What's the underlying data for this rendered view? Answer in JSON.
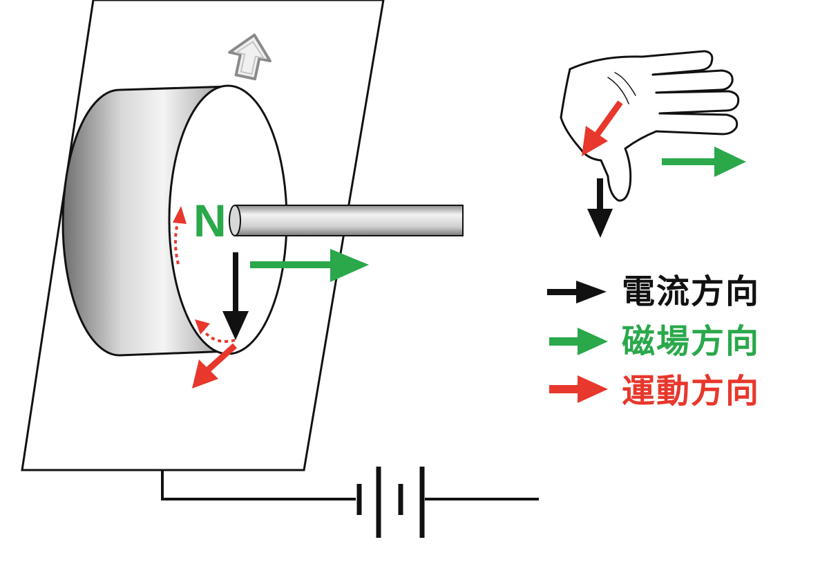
{
  "colors": {
    "current": "#111111",
    "field": "#2aa84a",
    "motion": "#e8372c",
    "wire": "#111111"
  },
  "pole_label": "N",
  "legend": [
    {
      "label": "電流方向",
      "color": "#111111"
    },
    {
      "label": "磁場方向",
      "color": "#2aa84a"
    },
    {
      "label": "運動方向",
      "color": "#e8372c"
    }
  ],
  "icons": {
    "up": "hollow-up-arrow-icon",
    "hand": "right-hand-icon"
  }
}
